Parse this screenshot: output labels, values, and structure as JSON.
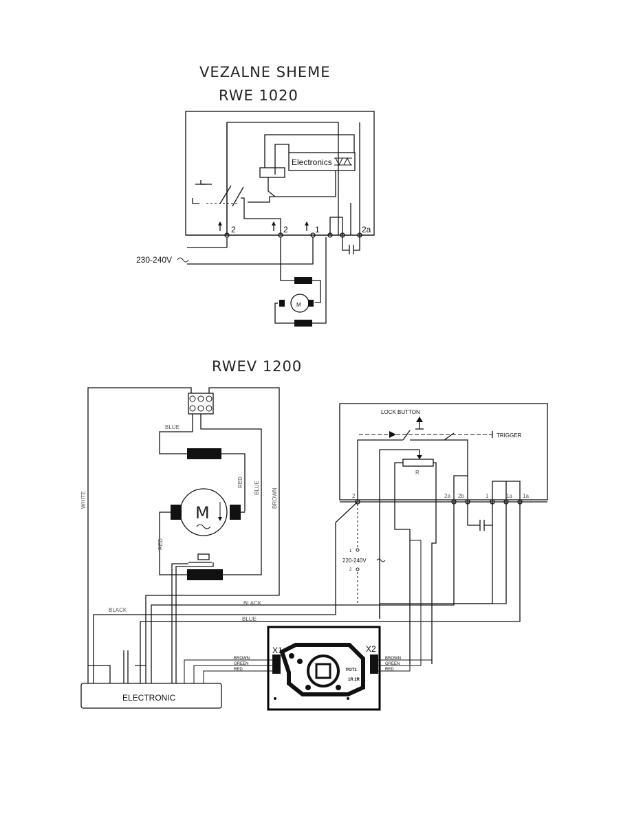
{
  "diagram1": {
    "title_line1": "VEZALNE SHEME",
    "title_line2": "RWE 1020",
    "electronics_label": "Electronics",
    "supply_label": "230-240V",
    "terminals": [
      "2",
      "2",
      "1",
      "2a"
    ],
    "motor_symbol": "M"
  },
  "diagram2": {
    "title": "RWEV 1200",
    "wire_labels": {
      "white": "WHITE",
      "blue_top": "BLUE",
      "red_right": "RED",
      "blue_right": "BLUE",
      "brown": "BROWN",
      "red_left": "RED",
      "black_left": "BLACK",
      "black_right": "BLACK",
      "blue_bottom": "BLUE"
    },
    "motor_symbol": "M",
    "electronic_label": "ELECTRONIC",
    "switch": {
      "lock_button": "LOCK BUTTON",
      "trigger": "TRIGGER",
      "resistor": "R",
      "supply": "220-240V",
      "supply_pin1": "1",
      "supply_pin2": "2",
      "terminals": [
        "2",
        "2a",
        "2b",
        "1",
        "1a",
        "1a"
      ]
    },
    "pcb": {
      "x1": "X1",
      "x2": "X2",
      "pot_label": "POT1",
      "r_labels": "1R  2R",
      "left_wires": [
        "BROWN",
        "GREEN",
        "RED"
      ],
      "right_wires": [
        "BROWN",
        "GREEN",
        "RED"
      ]
    }
  }
}
